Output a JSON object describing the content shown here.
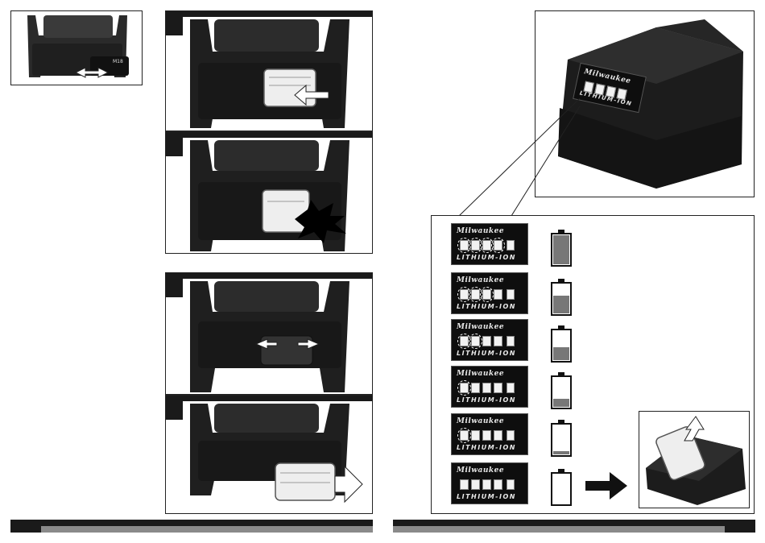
{
  "badge": {
    "brand": "Milwaukee",
    "chemistry": "LITHIUM-ION"
  },
  "close_up_badge": {
    "brand": "Milwaukee",
    "chemistry": "LITHIUM-ION"
  },
  "charge_levels": [
    {
      "lit": 4,
      "fill": 1.0
    },
    {
      "lit": 3,
      "fill": 0.6
    },
    {
      "lit": 2,
      "fill": 0.45
    },
    {
      "lit": 1,
      "fill": 0.28
    },
    {
      "lit": 1,
      "fill": 0.1
    },
    {
      "lit": 0,
      "fill": 0.0
    }
  ],
  "colors": {
    "frame": "#222222",
    "bar": "#1a1a1a",
    "bar_inner": "#8a8a8a",
    "battery_fill": "#777777",
    "product": "#1f1f1f"
  },
  "icons": [
    "insert-arrow-icon",
    "push-arrow-icon",
    "impact-burst-icon",
    "squeeze-arrows-icon",
    "remove-arrow-icon",
    "charger-arrow-icon"
  ]
}
